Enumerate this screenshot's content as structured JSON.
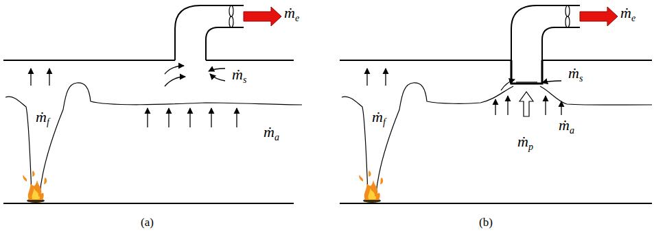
{
  "diagram": {
    "labels": [
      "ṁe",
      "ṁs",
      "ṁf",
      "ṁa",
      "(a)",
      "ṁe",
      "ṁs",
      "ṁf",
      "ṁp",
      "ṁa",
      "(b)"
    ]
  }
}
